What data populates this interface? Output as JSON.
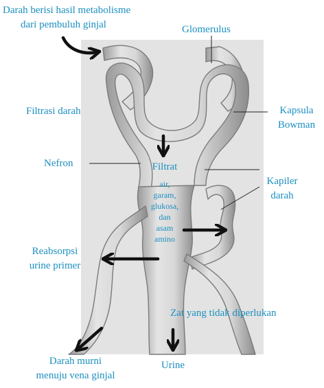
{
  "labels": {
    "darah_berisi_1": "Darah berisi hasil metabolisme",
    "darah_berisi_2": "dari pembuluh ginjal",
    "glomerulus": "Glomerulus",
    "filtrasi": "Filtrasi darah",
    "kapsula_1": "Kapsula",
    "kapsula_2": "Bowman",
    "nefron": "Nefron",
    "filtrat": "Filtrat",
    "filtrat_items": [
      "air,",
      "garam,",
      "glukosa,",
      "dan",
      "asam",
      "amino"
    ],
    "kapiler_1": "Kapiler",
    "kapiler_2": "darah",
    "reabsorpsi_1": "Reabsorpsi",
    "reabsorpsi_2": "urine primer",
    "zat": "Zat yang tidak diperlukan",
    "darah_murni_1": "Darah murni",
    "darah_murni_2": "menuju vena ginjal",
    "urine": "Urine"
  },
  "colors": {
    "label_text": "#1b8fc0",
    "panel": "#e3e3e3",
    "tube_fill": "#cfcfcf",
    "tube_edge": "#7d7d7d",
    "arrow": "#111111"
  }
}
